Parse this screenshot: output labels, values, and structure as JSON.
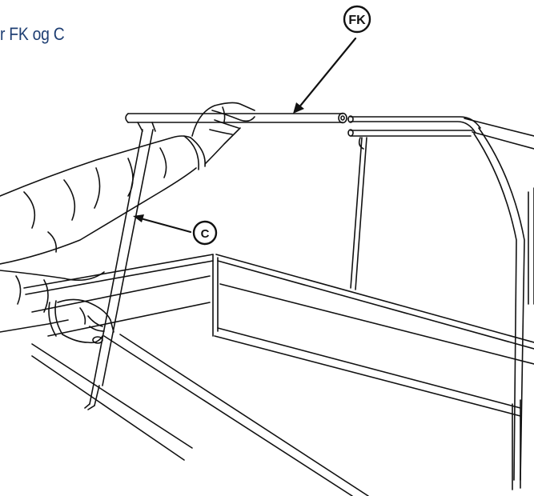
{
  "heading": "r FK og C",
  "callouts": {
    "fk": "FK",
    "c": "C"
  },
  "colors": {
    "heading": "#1f3f73",
    "line": "#111111"
  }
}
